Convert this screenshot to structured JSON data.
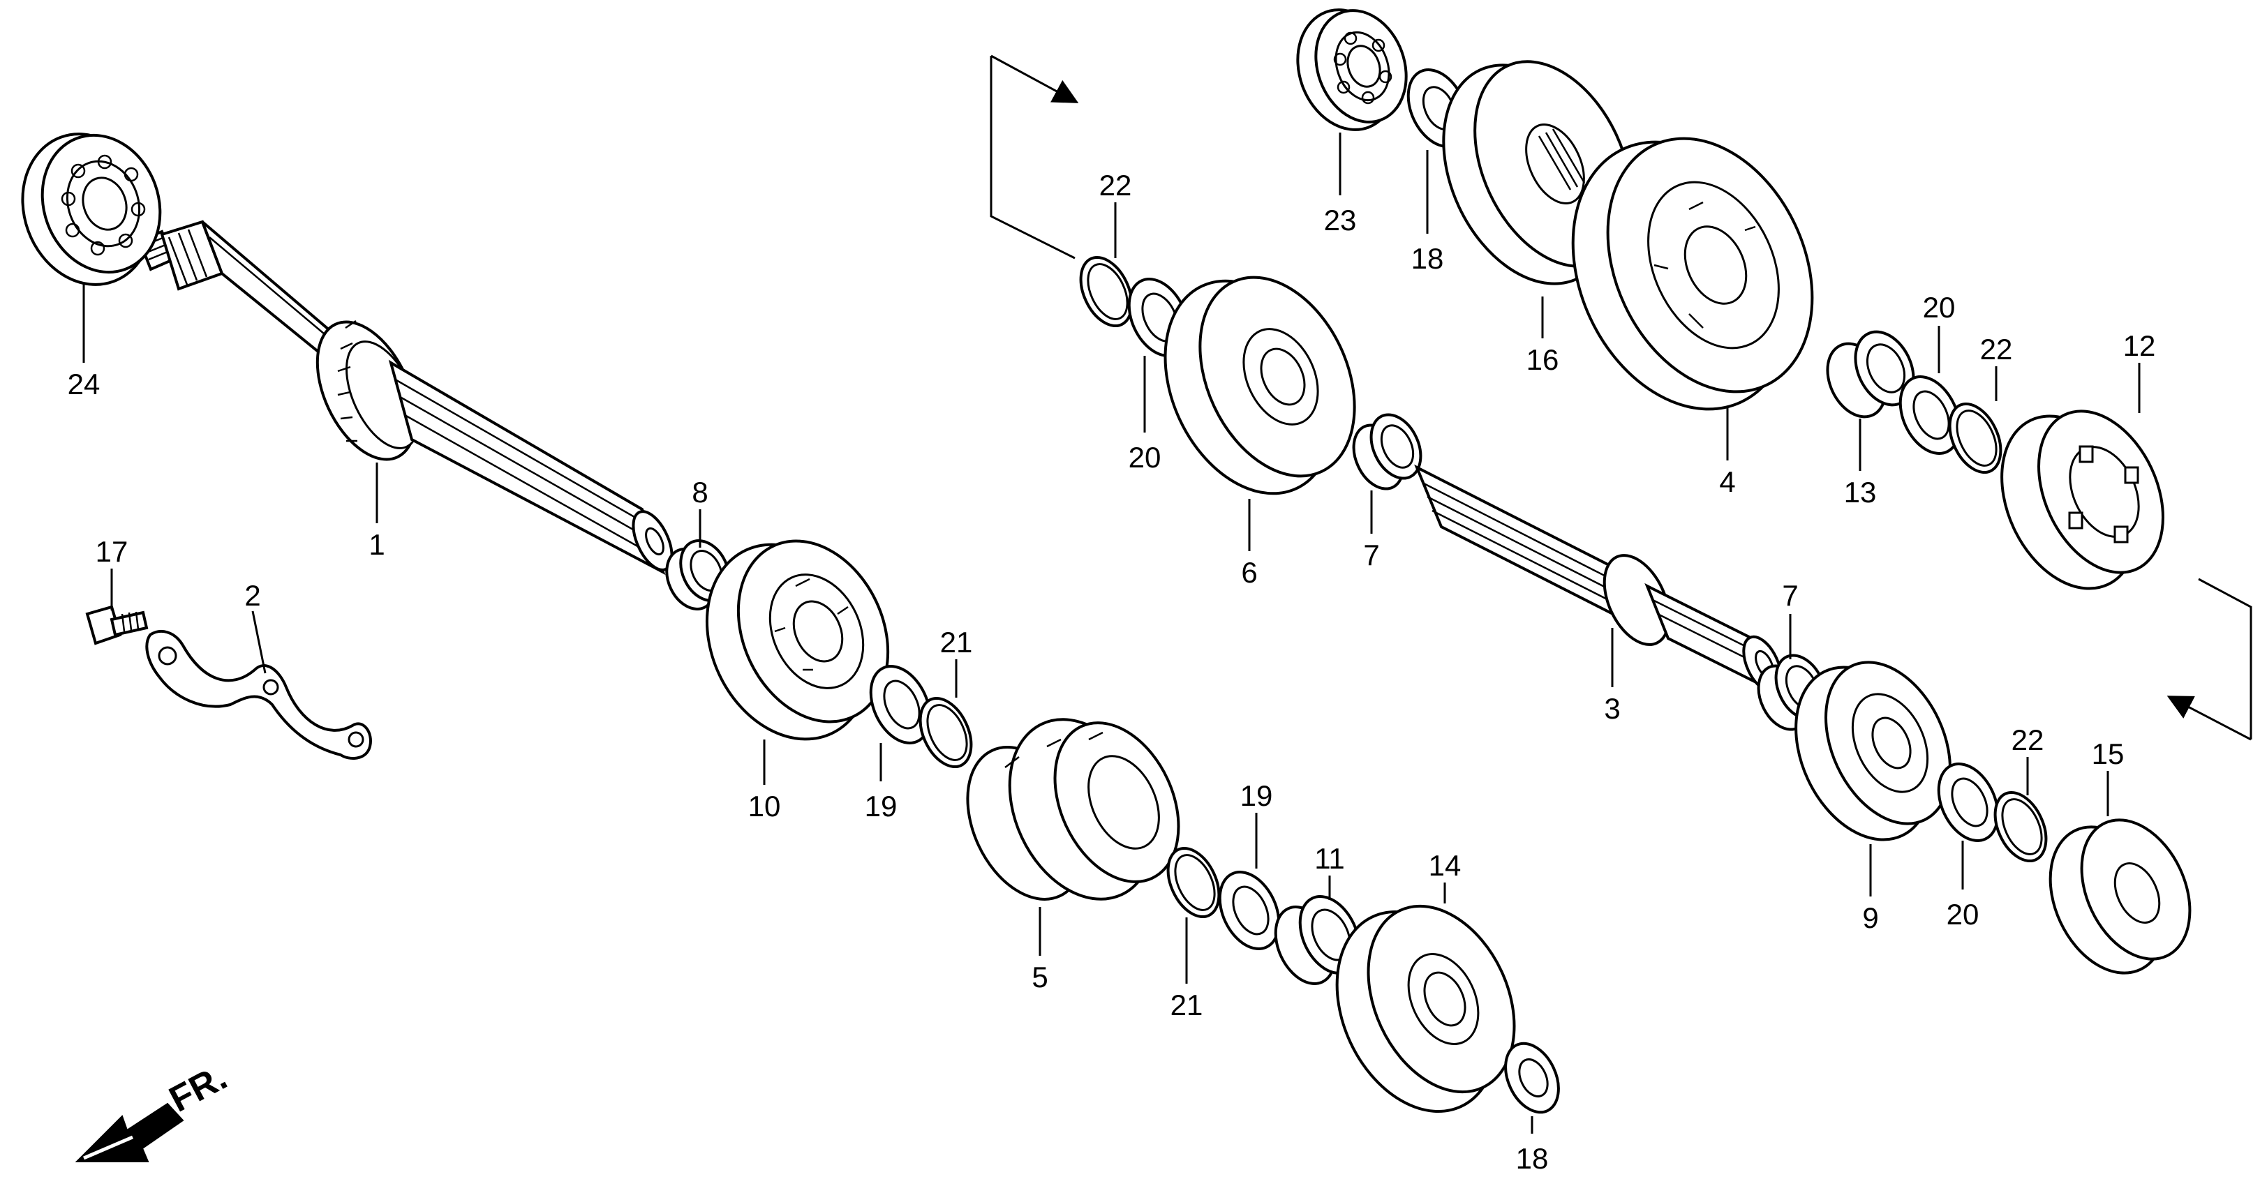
{
  "callouts": [
    {
      "id": "c1",
      "text": "1"
    },
    {
      "id": "c2",
      "text": "2"
    },
    {
      "id": "c3",
      "text": "3"
    },
    {
      "id": "c4",
      "text": "4"
    },
    {
      "id": "c5",
      "text": "5"
    },
    {
      "id": "c6",
      "text": "6"
    },
    {
      "id": "c7a",
      "text": "7"
    },
    {
      "id": "c7b",
      "text": "7"
    },
    {
      "id": "c8",
      "text": "8"
    },
    {
      "id": "c9",
      "text": "9"
    },
    {
      "id": "c10",
      "text": "10"
    },
    {
      "id": "c11",
      "text": "11"
    },
    {
      "id": "c12",
      "text": "12"
    },
    {
      "id": "c13",
      "text": "13"
    },
    {
      "id": "c14",
      "text": "14"
    },
    {
      "id": "c15",
      "text": "15"
    },
    {
      "id": "c16",
      "text": "16"
    },
    {
      "id": "c17",
      "text": "17"
    },
    {
      "id": "c18a",
      "text": "18"
    },
    {
      "id": "c18b",
      "text": "18"
    },
    {
      "id": "c19a",
      "text": "19"
    },
    {
      "id": "c19b",
      "text": "19"
    },
    {
      "id": "c20a",
      "text": "20"
    },
    {
      "id": "c20b",
      "text": "20"
    },
    {
      "id": "c20c",
      "text": "20"
    },
    {
      "id": "c21a",
      "text": "21"
    },
    {
      "id": "c21b",
      "text": "21"
    },
    {
      "id": "c22a",
      "text": "22"
    },
    {
      "id": "c22b",
      "text": "22"
    },
    {
      "id": "c22c",
      "text": "22"
    },
    {
      "id": "c23",
      "text": "23"
    },
    {
      "id": "c24",
      "text": "24"
    }
  ],
  "direction_label": "FR."
}
